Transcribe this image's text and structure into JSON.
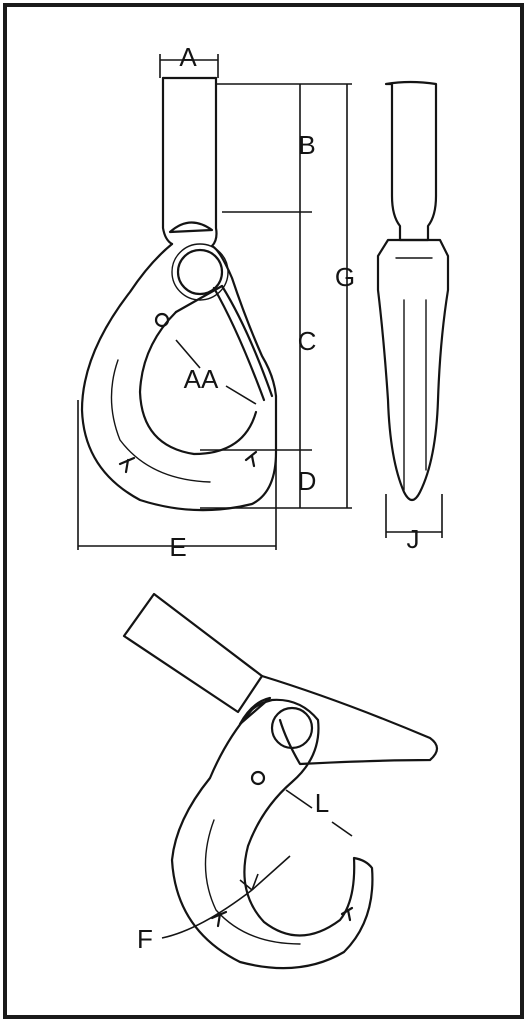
{
  "labels": {
    "A": "A",
    "B": "B",
    "C": "C",
    "D": "D",
    "E": "E",
    "G": "G",
    "J": "J",
    "AA": "AA",
    "L": "L",
    "F": "F"
  },
  "colors": {
    "line": "#141414",
    "background": "#ffffff",
    "border": "#1a1a1a"
  }
}
